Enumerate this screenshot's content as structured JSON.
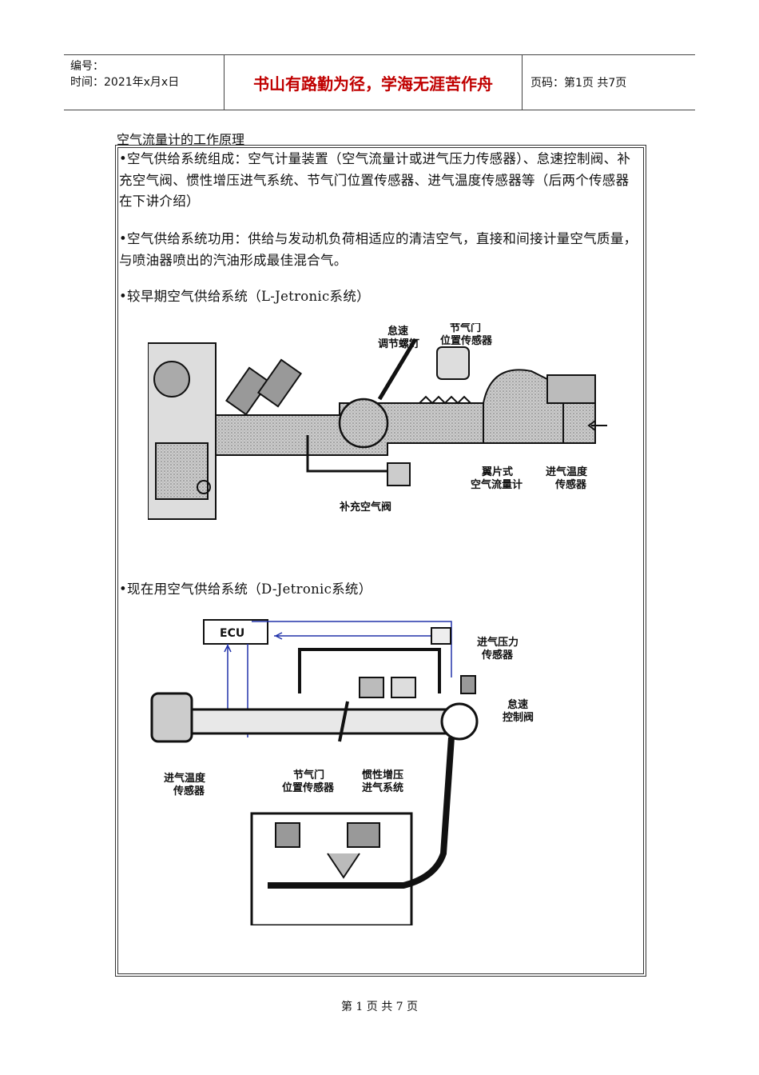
{
  "header": {
    "number_label": "编号：",
    "date_label": "时间：2021年x月x日",
    "motto": "书山有路勤为径，学海无涯苦作舟",
    "page_info": "页码：第1页  共7页"
  },
  "doc_title": "空气流量计的工作原理",
  "paragraphs": {
    "p1": "  •空气供给系统组成：空气计量装置（空气流量计或进气压力传感器）、怠速控制阀、补充空气阀、惯性增压进气系统、节气门位置传感器、进气温度传感器等（后两个传感器在下讲介绍）",
    "p2": "  •空气供给系统功用：供给与发动机负荷相适应的清洁空气，直接和间接计量空气质量，与喷油器喷出的汽油形成最佳混合气。",
    "p3": "  •较早期空气供给系统（L-Jetronic系统）",
    "p4": "  •现在用空气供给系统（D-Jetronic系统）"
  },
  "figure1": {
    "label_idle_screw_1": "怠速",
    "label_idle_screw_2": "调节螺钉",
    "label_tps_1": "节气门",
    "label_tps_2": "位置传感器",
    "label_vane_1": "翼片式",
    "label_vane_2": "空气流量计",
    "label_iat_1": "进气温度",
    "label_iat_2": "传感器",
    "label_aux_valve": "补充空气阀"
  },
  "figure2": {
    "ecu": "ECU",
    "label_map_1": "进气压力",
    "label_map_2": "传感器",
    "label_iac_1": "怠速",
    "label_iac_2": "控制阀",
    "label_iat_1": "进气温度",
    "label_iat_2": "传感器",
    "label_tps_1": "节气门",
    "label_tps_2": "位置传感器",
    "label_inertia_1": "惯性增压",
    "label_inertia_2": "进气系统"
  },
  "footer": "第 1 页 共 7 页"
}
